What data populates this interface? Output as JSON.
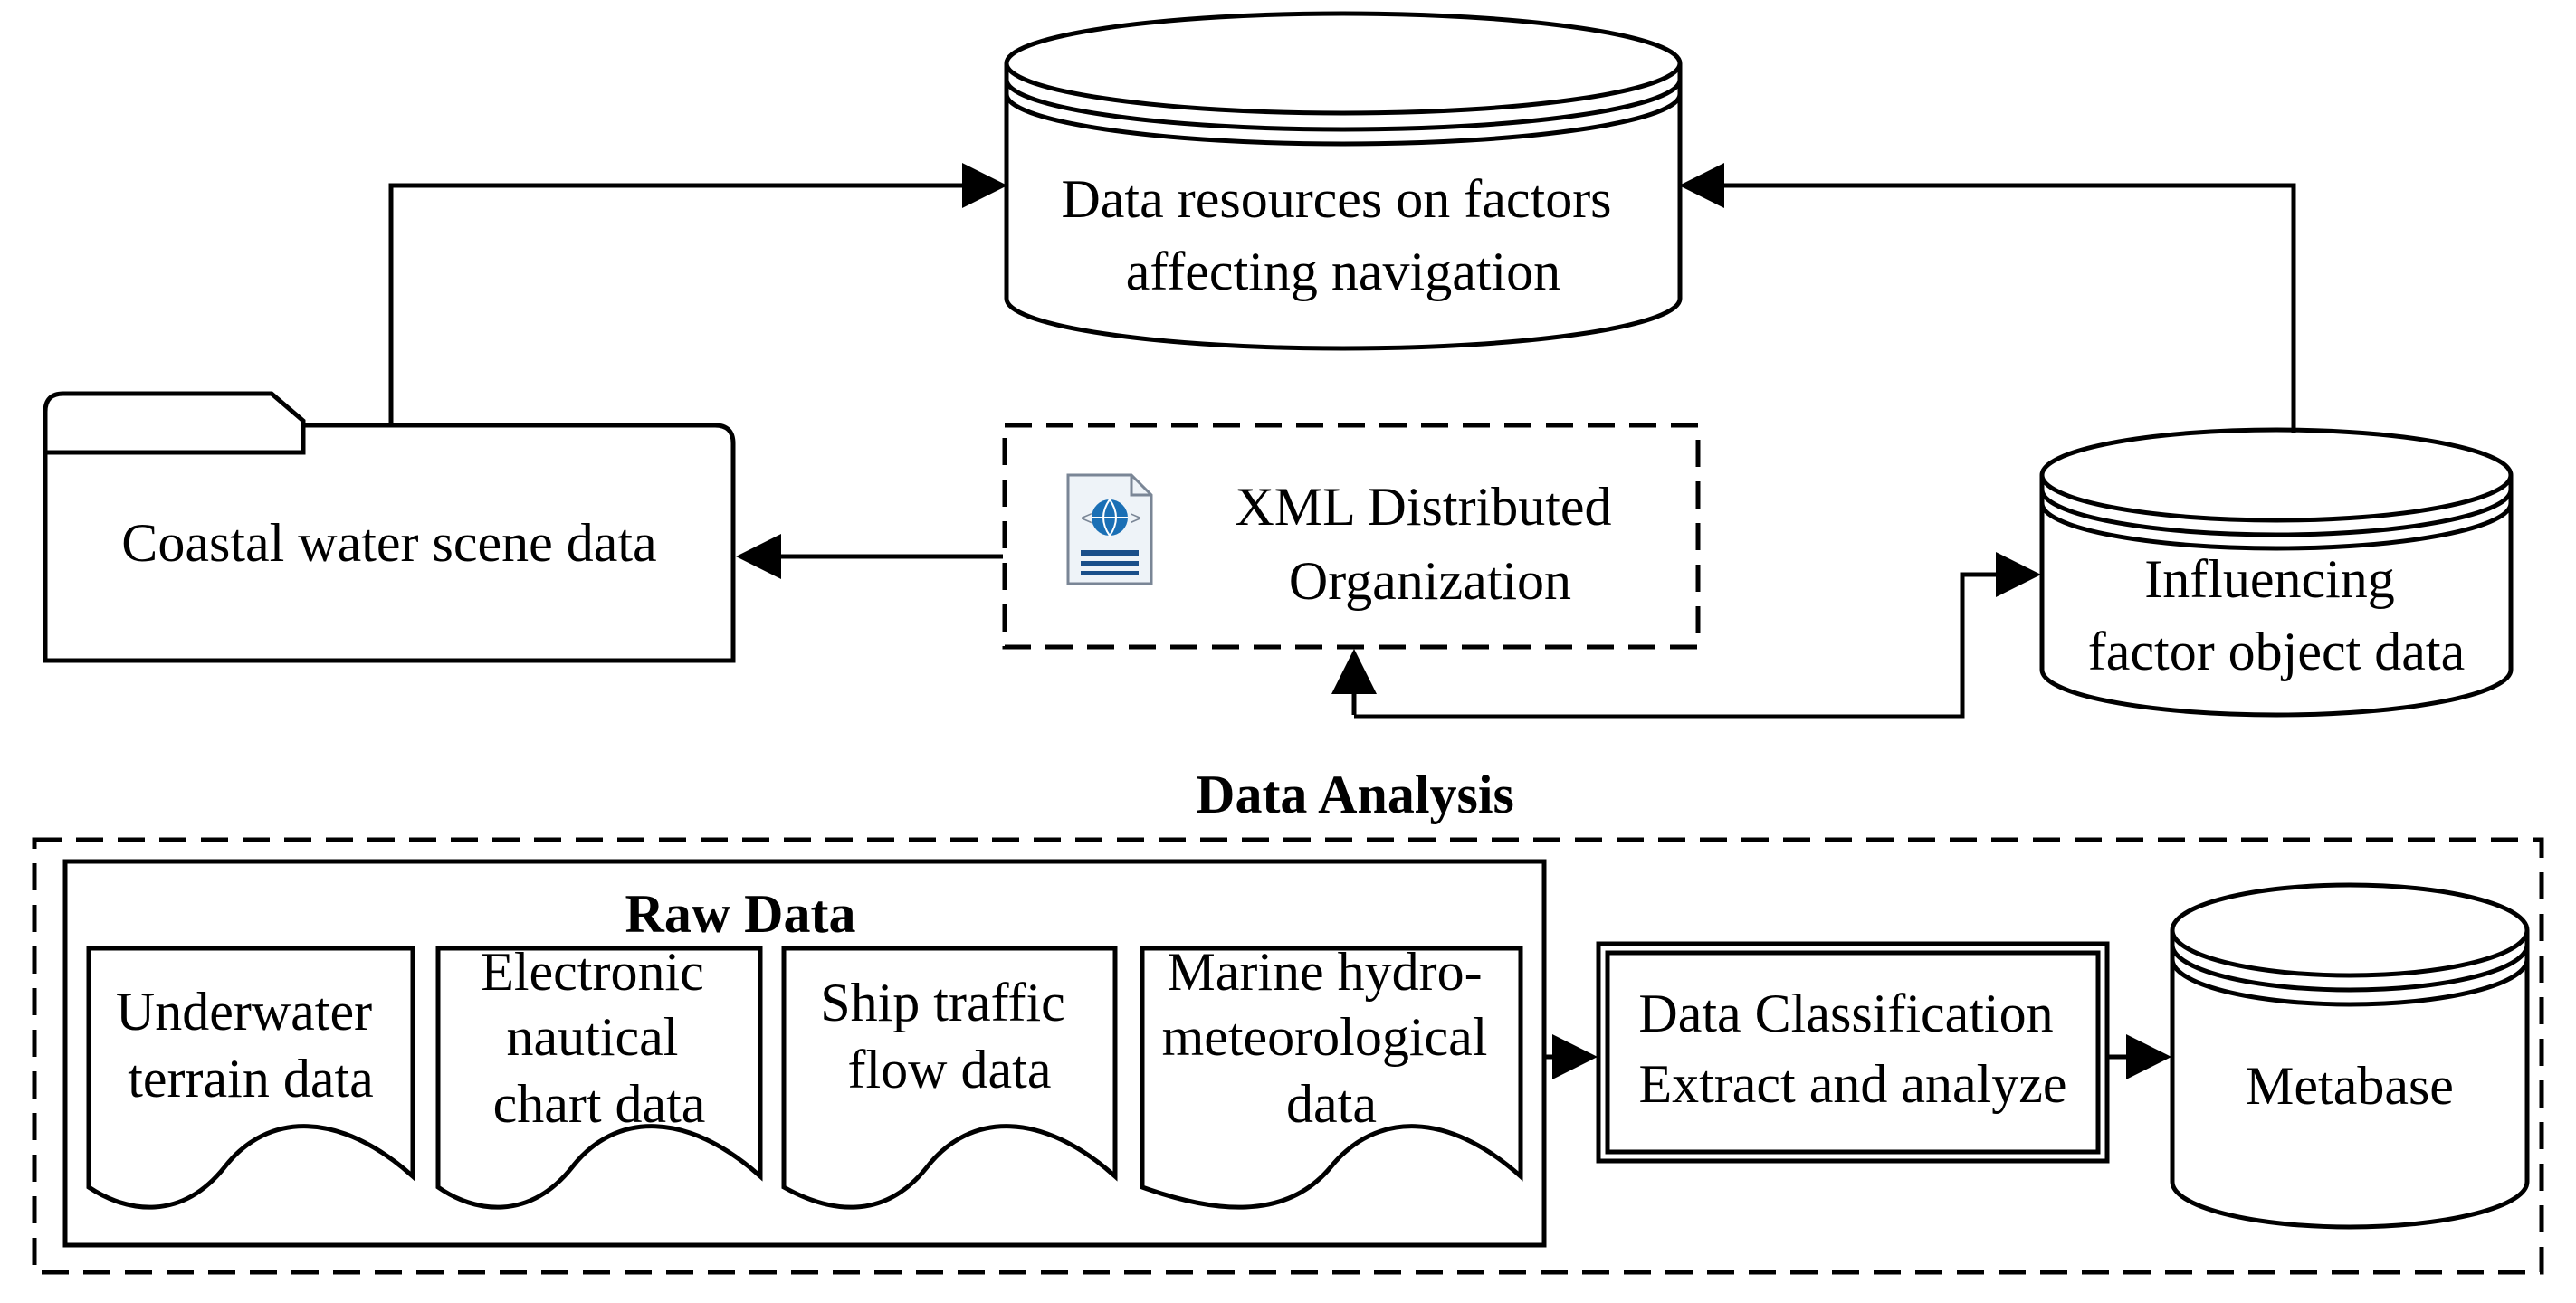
{
  "nodes": {
    "data_resources": {
      "lines": [
        "Data resources on factors",
        "affecting navigation"
      ]
    },
    "coastal_water": {
      "lines": [
        "Coastal water scene data"
      ]
    },
    "xml_org": {
      "lines": [
        "XML Distributed",
        "Organization"
      ]
    },
    "influencing": {
      "lines": [
        "Influencing",
        "factor object data"
      ]
    },
    "data_analysis": {
      "label": "Data Analysis"
    },
    "raw_data": {
      "label": "Raw Data"
    },
    "underwater": {
      "lines": [
        "Underwater",
        "terrain data"
      ]
    },
    "electronic": {
      "lines": [
        "Electronic",
        "nautical",
        "chart data"
      ]
    },
    "ship_traffic": {
      "lines": [
        "Ship traffic",
        "flow data"
      ]
    },
    "marine": {
      "lines": [
        "Marine hydro-",
        "meteorological",
        "data"
      ]
    },
    "classification": {
      "lines": [
        "Data Classification",
        "Extract and analyze"
      ]
    },
    "metabase": {
      "lines": [
        "Metabase"
      ]
    }
  },
  "icons": {
    "xml_document": "xml-document-globe-icon"
  },
  "colors": {
    "stroke": "#000000",
    "background": "#ffffff",
    "icon_blue": "#1a6fb5"
  }
}
